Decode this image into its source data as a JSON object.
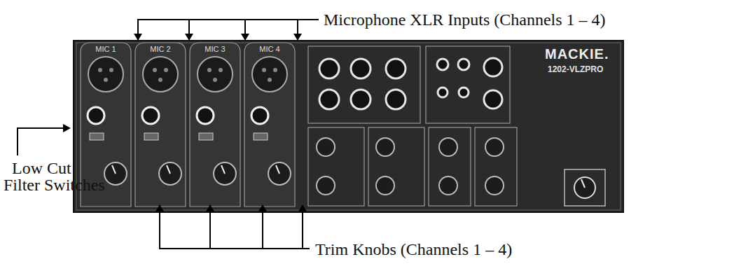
{
  "diagram": {
    "labels": [
      "Microphone XLR Inputs (Channels 1 – 4)",
      "Low Cut Filter Switches",
      "Trim Knobs (Channels 1 – 4)",
      "MIC 1",
      "MIC 2",
      "MIC 3",
      "MIC 4",
      "MACKIE.",
      "1202-VLZPRO"
    ]
  }
}
